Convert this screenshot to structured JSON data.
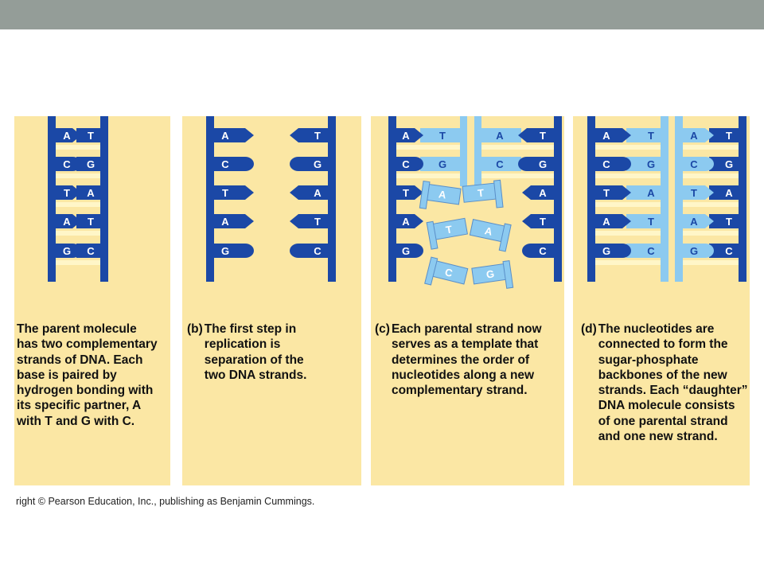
{
  "panels": [
    {
      "id": "a",
      "letter": "",
      "caption": [
        "The parent molecule",
        "has two complementary",
        "strands of DNA. Each",
        "base is paired by",
        "hydrogen bonding with",
        "its specific partner, A",
        "with T and G with C."
      ],
      "pairs": [
        [
          "A",
          "T"
        ],
        [
          "C",
          "G"
        ],
        [
          "T",
          "A"
        ],
        [
          "A",
          "T"
        ],
        [
          "G",
          "C"
        ]
      ]
    },
    {
      "id": "b",
      "letter": "(b)",
      "caption": [
        "The first step in",
        "replication is",
        "separation of the",
        "two DNA strands."
      ],
      "left_bases": [
        "A",
        "C",
        "T",
        "A",
        "G"
      ],
      "right_bases": [
        "T",
        "G",
        "A",
        "T",
        "C"
      ]
    },
    {
      "id": "c",
      "letter": "(c)",
      "caption": [
        "Each parental strand now",
        "serves as a template that",
        "determines the order of",
        "nucleotides along a new",
        "complementary strand."
      ],
      "left_bases": [
        "A",
        "C",
        "T",
        "A",
        "G"
      ],
      "left_new": [
        "T",
        "G",
        "A",
        "T",
        "C"
      ],
      "right_new": [
        "A",
        "C",
        "T",
        "A",
        "G"
      ],
      "right_bases": [
        "T",
        "G",
        "A",
        "T",
        "C"
      ]
    },
    {
      "id": "d",
      "letter": "(d)",
      "caption": [
        "The nucleotides are",
        "connected to form the",
        "sugar-phosphate",
        "backbones of the new",
        "strands. Each “daughter”",
        "DNA molecule consists",
        "of one parental strand",
        "and one new strand."
      ],
      "left_pairs": [
        [
          "A",
          "T"
        ],
        [
          "C",
          "G"
        ],
        [
          "T",
          "A"
        ],
        [
          "A",
          "T"
        ],
        [
          "G",
          "C"
        ]
      ],
      "right_pairs": [
        [
          "A",
          "T"
        ],
        [
          "C",
          "G"
        ],
        [
          "T",
          "A"
        ],
        [
          "A",
          "T"
        ],
        [
          "G",
          "C"
        ]
      ]
    }
  ],
  "credit": "right © Pearson Education, Inc., publishing as Benjamin Cummings.",
  "colors": {
    "parent_strand": "#1b48a6",
    "new_strand": "#8ccaf0",
    "background_panel": "#fbe7a4",
    "header_bar": "#949d98"
  }
}
